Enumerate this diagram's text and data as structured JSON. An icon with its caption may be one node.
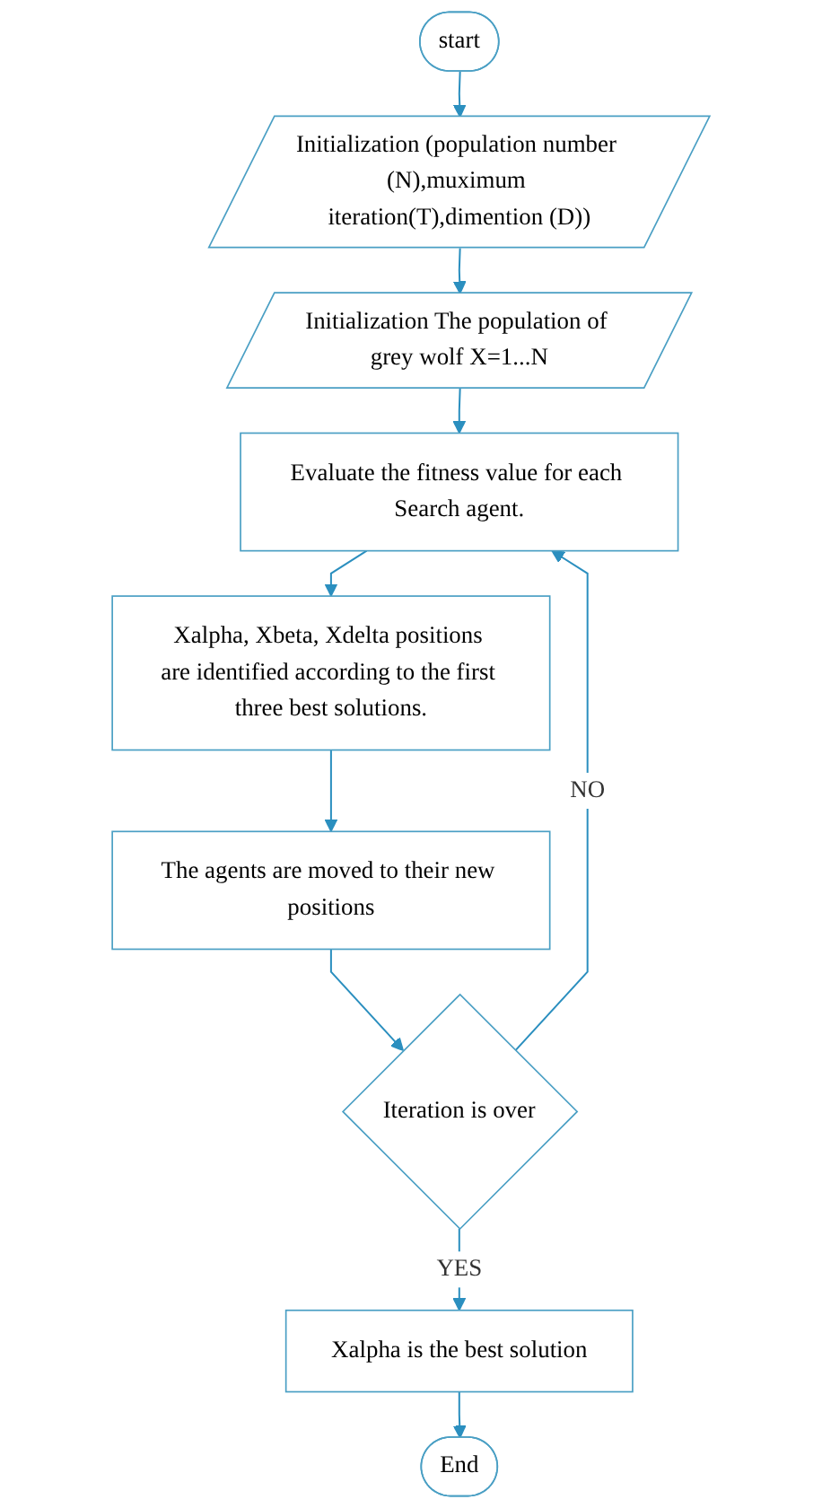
{
  "diagram": {
    "nodes": [
      {
        "text": [
          "start"
        ]
      },
      {
        "text": [
          "Initialization (population number (N),muximum iteration(T),dimention (D))"
        ]
      },
      {
        "text": [
          "Initialization The population of grey wolf X=1...N"
        ]
      },
      {
        "text": [
          "Evaluate the fitness value for each Search agent."
        ]
      },
      {
        "text": [
          "Xalpha, Xbeta, Xdelta positions are identified according to the first three best solutions."
        ]
      },
      {
        "text": [
          "The agents are moved to their new positions"
        ]
      },
      {
        "text": [
          "Iteration is over"
        ]
      },
      {
        "text": [
          "Xalpha is the best solution"
        ]
      },
      {
        "text": [
          "End"
        ]
      }
    ],
    "edges": [
      {
        "from": 0,
        "to": 1,
        "arrow": "to"
      },
      {
        "from": 1,
        "to": 2,
        "arrow": "to"
      },
      {
        "from": 2,
        "to": 3,
        "arrow": "to"
      },
      {
        "from": 3,
        "to": 4,
        "arrow": "to"
      },
      {
        "from": 4,
        "to": 5,
        "arrow": "to"
      },
      {
        "from": 5,
        "to": 6,
        "arrow": "to"
      },
      {
        "from": 6,
        "to": 3,
        "label": "NO",
        "arrow": "to"
      },
      {
        "from": 6,
        "to": 7,
        "label": "YES",
        "arrow": "to"
      },
      {
        "from": 7,
        "to": 8,
        "arrow": "to"
      }
    ]
  }
}
